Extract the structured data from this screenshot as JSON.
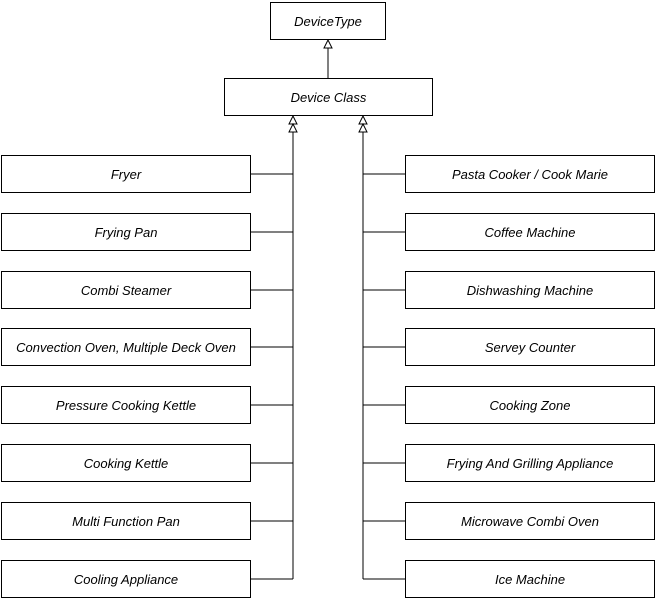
{
  "root": {
    "label": "DeviceType"
  },
  "device_class": {
    "label": "Device Class"
  },
  "left_classes": [
    "Fryer",
    "Frying Pan",
    "Combi Steamer",
    "Convection Oven, Multiple Deck Oven",
    "Pressure Cooking Kettle",
    "Cooking Kettle",
    "Multi Function Pan",
    "Cooling Appliance"
  ],
  "right_classes": [
    "Pasta Cooker / Cook Marie",
    "Coffee Machine",
    "Dishwashing Machine",
    "Servey Counter",
    "Cooking Zone",
    "Frying And Grilling Appliance",
    "Microwave Combi Oven",
    "Ice Machine"
  ],
  "colors": {
    "stroke": "#000000",
    "fill": "#ffffff"
  }
}
